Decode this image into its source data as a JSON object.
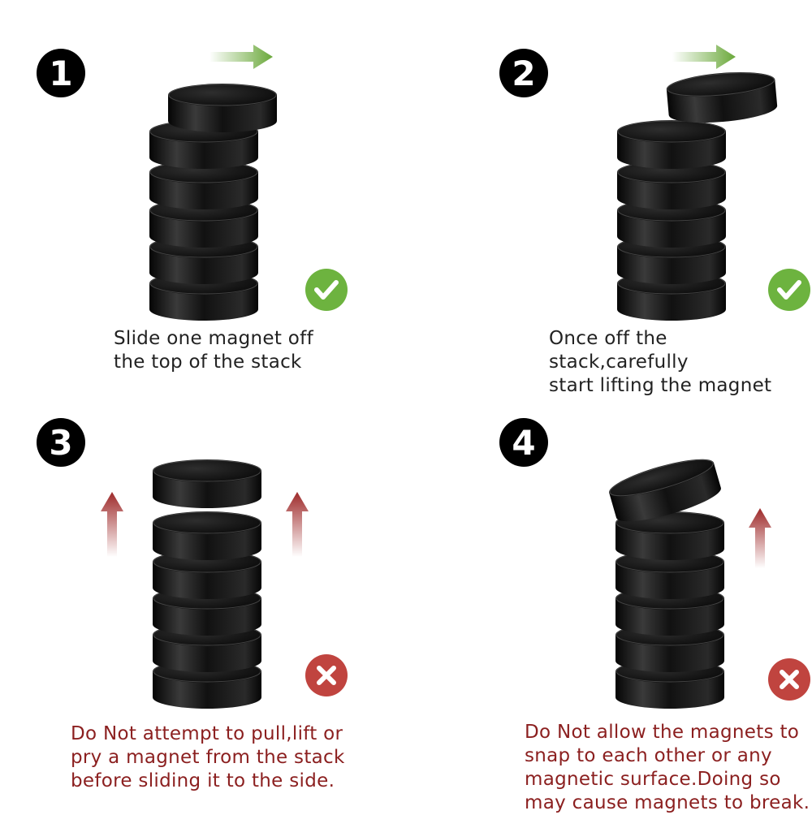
{
  "steps": [
    {
      "number": "1",
      "caption": "Slide one magnet off\nthe top of the stack",
      "status": "correct",
      "status_icon": "check-icon"
    },
    {
      "number": "2",
      "caption": "Once off the stack,carefully\nstart lifting the magnet",
      "status": "correct",
      "status_icon": "check-icon"
    },
    {
      "number": "3",
      "caption": "Do Not attempt to pull,lift or\npry a magnet from the stack\nbefore sliding it to the side.",
      "status": "incorrect",
      "status_icon": "cross-icon"
    },
    {
      "number": "4",
      "caption": "Do Not allow the magnets to\nsnap to each other or any\nmagnetic surface.Doing so\nmay cause magnets to break.",
      "status": "incorrect",
      "status_icon": "cross-icon"
    }
  ],
  "colors": {
    "check": "#6db33f",
    "cross": "#c0443f",
    "arrow_green": "#6aa83a",
    "arrow_red": "#9e2a2a",
    "warning_text": "#8b1f1f",
    "magnet": "#111111"
  },
  "icons": [
    "check-icon",
    "cross-icon",
    "green-right-arrow-icon",
    "red-up-arrow-icon",
    "magnet-stack-illustration"
  ]
}
